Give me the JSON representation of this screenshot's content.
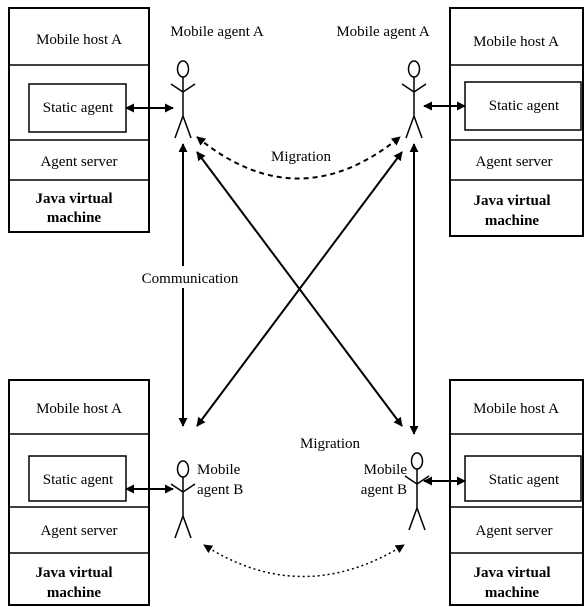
{
  "hosts": [
    {
      "id": "top-left",
      "host_label": "Mobile host A",
      "static_agent": "Static agent",
      "agent_server": "Agent server",
      "jvm_line1": "Java virtual",
      "jvm_line2": "machine"
    },
    {
      "id": "top-right",
      "host_label": "Mobile host A",
      "static_agent": "Static agent",
      "agent_server": "Agent server",
      "jvm_line1": "Java virtual",
      "jvm_line2": "machine"
    },
    {
      "id": "bottom-left",
      "host_label": "Mobile host A",
      "static_agent": "Static agent",
      "agent_server": "Agent server",
      "jvm_line1": "Java virtual",
      "jvm_line2": "machine"
    },
    {
      "id": "bottom-right",
      "host_label": "Mobile host A",
      "static_agent": "Static agent",
      "agent_server": "Agent server",
      "jvm_line1": "Java virtual",
      "jvm_line2": "machine"
    }
  ],
  "agents": {
    "top_left": "Mobile agent A",
    "top_right": "Mobile agent A",
    "bottom_left_line1": "Mobile",
    "bottom_left_line2": "agent B",
    "bottom_right_line1": "Mobile",
    "bottom_right_line2": "agent B"
  },
  "labels": {
    "migration_top": "Migration",
    "communication": "Communication",
    "migration_middle": "Migration"
  }
}
